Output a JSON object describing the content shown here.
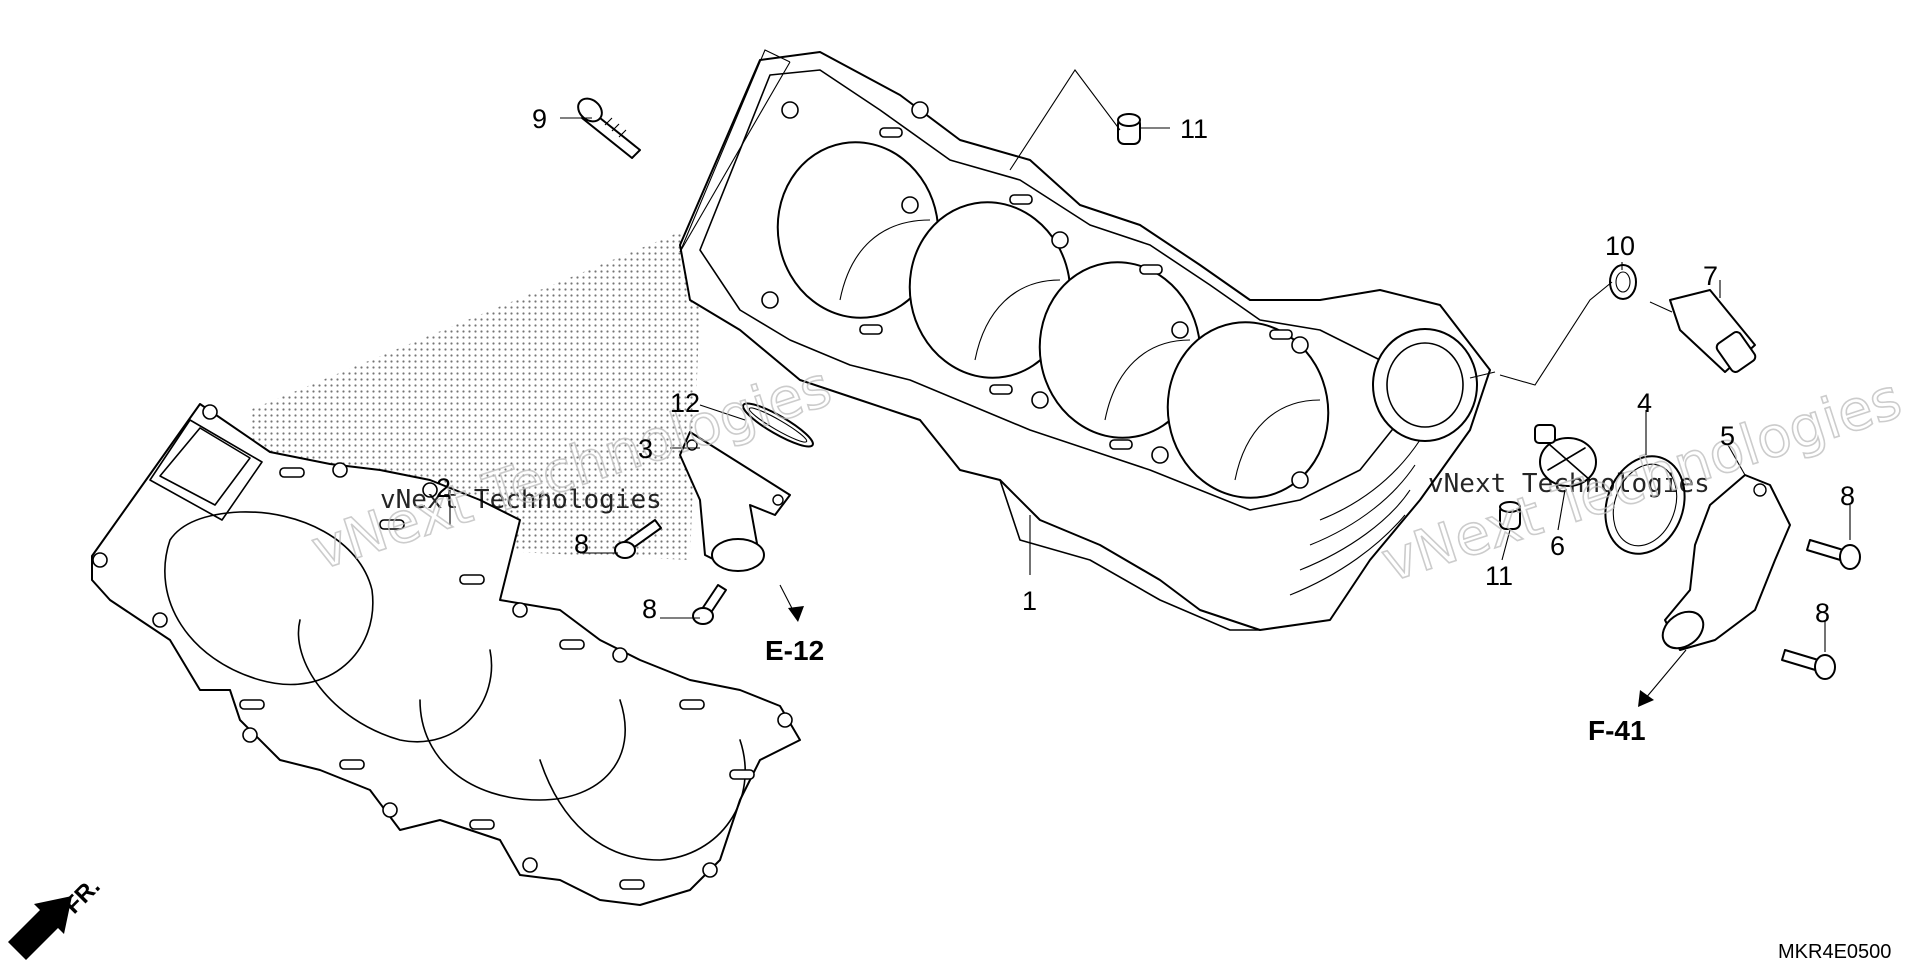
{
  "callouts": {
    "c1": "1",
    "c2": "2",
    "c3": "3",
    "c4": "4",
    "c5": "5",
    "c6": "6",
    "c7": "7",
    "c8a": "8",
    "c8b": "8",
    "c8c": "8",
    "c8d": "8",
    "c9": "9",
    "c10": "10",
    "c11a": "11",
    "c11b": "11",
    "c12": "12"
  },
  "references": {
    "e12": "E-12",
    "f41": "F-41"
  },
  "direction_label": "FR.",
  "diagram_code": "MKR4E0500",
  "watermark": {
    "small": "vNext Technologies",
    "large": "vNext Technologies"
  }
}
